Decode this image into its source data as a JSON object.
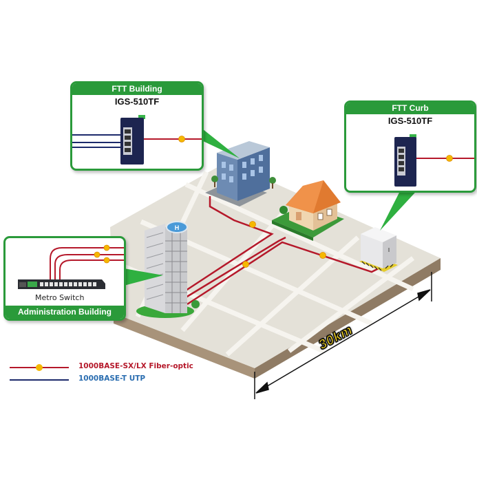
{
  "diagram": {
    "title": "Fiber-to-the-Building / Curb network over 30km",
    "colors": {
      "callout_green": "#2a9a3a",
      "fiber": "#b5182a",
      "utp": "#1c2a6b",
      "junction": "#f5b800",
      "platform_top": "#e4e1d8",
      "platform_side": "#a8937a",
      "street": "#f6f4ef",
      "switch_body": "#1d2550"
    },
    "callouts": {
      "ftt_building": {
        "title": "FTT Building",
        "model": "IGS-510TF",
        "utp_links": 3,
        "fiber_links": 1
      },
      "ftt_curb": {
        "title": "FTT Curb",
        "model": "IGS-510TF",
        "fiber_links": 1
      },
      "administration": {
        "title": "Administration Building",
        "device_caption": "Metro Switch",
        "fiber_links": 3
      }
    },
    "sites": [
      {
        "name": "office-building",
        "connection": "fiber"
      },
      {
        "name": "house",
        "connection": "fiber"
      },
      {
        "name": "street-cabinet",
        "connection": "fiber"
      },
      {
        "name": "administration-tower",
        "connection": "fiber"
      }
    ],
    "distance": {
      "label": "30km"
    },
    "legend": [
      {
        "label": "1000BASE-SX/LX Fiber-optic",
        "type": "fiber",
        "color": "#b5182a",
        "text_color": "#b5182a"
      },
      {
        "label": "1000BASE-T UTP",
        "type": "utp",
        "color": "#1c2a6b",
        "text_color": "#2a6db0"
      }
    ]
  }
}
